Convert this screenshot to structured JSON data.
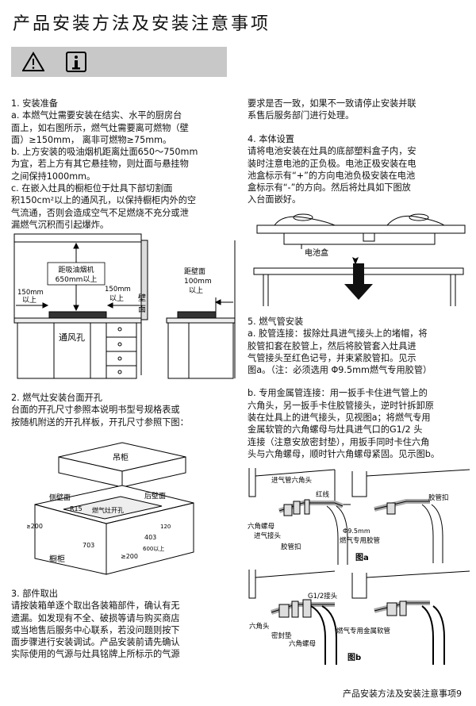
{
  "header": {
    "title": "产品安装方法及安装注意事项"
  },
  "left": {
    "s1_title": "1. 安装准备",
    "s1_lines": [
      "a. 本燃气灶需要安装在结实、水平的厨房台",
      "面上，如右图所示，燃气灶需要离可燃物（壁",
      "面）≥150mm， 离非可燃物≥75mm。",
      "b. 上方安装的吸油烟机距离灶面650～750mm",
      "为宜，若上方有其它悬挂物，则灶面与悬挂物",
      "之间保持1000mm。",
      "c. 在嵌入灶具的橱柜位于灶具下部切割面",
      "积150cm²以上的通风孔，以保持橱柜内外的空",
      "气流通，否则会造成空气不足燃烧不充分或泄",
      "漏燃气沉积而引起爆炸。"
    ],
    "s2_title": "2. 燃气灶安装台面开孔",
    "s2_lines": [
      "台面的开孔尺寸参照本说明书型号规格表或",
      "按随机附送的开孔样板，开孔尺寸参照下图："
    ],
    "s3_title": "3. 部件取出",
    "s3_lines": [
      "请按装箱单逐个取出各装箱部件，确认有无",
      "遗漏。如发现有不全、破损等请与购买商店",
      "或当地售后服务中心联系，若没问题则按下",
      "面步骤进行安装调试。产品安装前请先确认",
      "实际使用的气源与灶具铭牌上所标示的气源"
    ]
  },
  "right": {
    "cont_lines": [
      "要求是否一致，如果不一致请停止安装并联",
      "系售后服务部门进行处理。"
    ],
    "s4_title": "4. 本体设置",
    "s4_lines": [
      "请将电池安装在灶具的底部塑料盒子内，安",
      "装时注意电池的正负极。电池正极安装在电",
      "池盒标示有“+”的方向电池负极安装在电池",
      "盒标示有“-”的方向。然后将灶具如下图放",
      "入台面嵌好。"
    ],
    "s5_title": "5. 燃气管安装",
    "s5a_lines": [
      "a. 胶管连接：拔除灶具进气接头上的堵帽，将",
      "胶管扣套在胶管上，然后将胶管套入灶具进",
      "气管接头至红色记号，并束紧胶管扣。见示",
      "图a。（注：必须选用 Φ9.5mm燃气专用胶管）"
    ],
    "s5b_lines": [
      "b. 专用金属管连接：用一扳手卡住进气管上的",
      "六角头，另一扳手卡住胶管接头，逆时针拆卸原",
      "装在灶具上的进气接头，见视图a；将燃气专用",
      "金属软管的六角螺母与灶具进气口的G1/2  头",
      "连接（注意安放密封垫），用扳手同时卡住六角",
      "头与六角螺母，顺时针六角螺母紧固。见示图b。"
    ]
  },
  "fig1": {
    "hood": "距吸油烟机",
    "hood2": "650mm以上",
    "left150": "150mm",
    "left150b": "以上",
    "right150": "150mm",
    "right150b": "以上",
    "wall": "壁",
    "wall2": "面",
    "vent": "通风孔",
    "dist": "距壁面",
    "dist2": "100mm",
    "dist3": "以上"
  },
  "fig2": {
    "top": "吊柜",
    "side": "侧壁面",
    "back": "后壁面",
    "radius": "R15",
    "hole": "燃气灶开孔",
    "cabinet": "橱柜",
    "d200a": "≥200",
    "d200b": "≥200",
    "d703": "703",
    "d403": "403",
    "d120": "120",
    "d600": "600以上"
  },
  "fig3": {
    "battery": "电池盒"
  },
  "figA": {
    "hex": "进气管六角头",
    "red": "红线",
    "clamp": "胶管扣",
    "nut": "六角螺母",
    "joint": "进气接头",
    "clamp2": "胶管扣",
    "dia": "Φ9.5mm",
    "hose": "燃气专用胶管",
    "label": "图a"
  },
  "figB": {
    "g": "G1/2接头",
    "hex": "六角头",
    "seal": "密封垫",
    "nut": "六角螺母",
    "metal": "燃气专用金属软管",
    "label": "图b"
  },
  "footer": {
    "page": "产品安装方法及安装注意事项9"
  }
}
